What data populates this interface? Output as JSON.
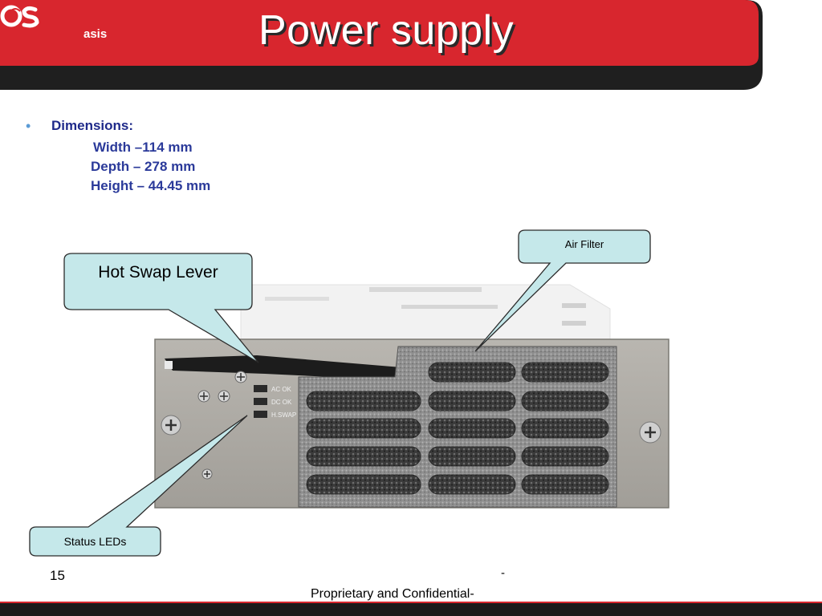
{
  "header": {
    "logo_text": "asis",
    "title": "Power supply"
  },
  "content": {
    "dimensions_label": "Dimensions:",
    "width": "Width –114 mm",
    "depth": "Depth – 278 mm",
    "height": "Height – 44.45 mm"
  },
  "panel_labels": {
    "ac_ok": "AC OK",
    "dc_ok": "DC OK",
    "h_swap": "H.SWAP"
  },
  "callouts": {
    "hot_swap_lever": "Hot Swap Lever",
    "air_filter": "Air Filter",
    "status_leds": "Status LEDs"
  },
  "footer": {
    "page_number": "15",
    "dash": "-",
    "confidential": "Proprietary and Confidential-"
  },
  "colors": {
    "header_red": "#d8262e",
    "header_dark": "#1f1f1f",
    "text_blue": "#1f2a8a",
    "callout_fill": "#c5e8ea"
  }
}
